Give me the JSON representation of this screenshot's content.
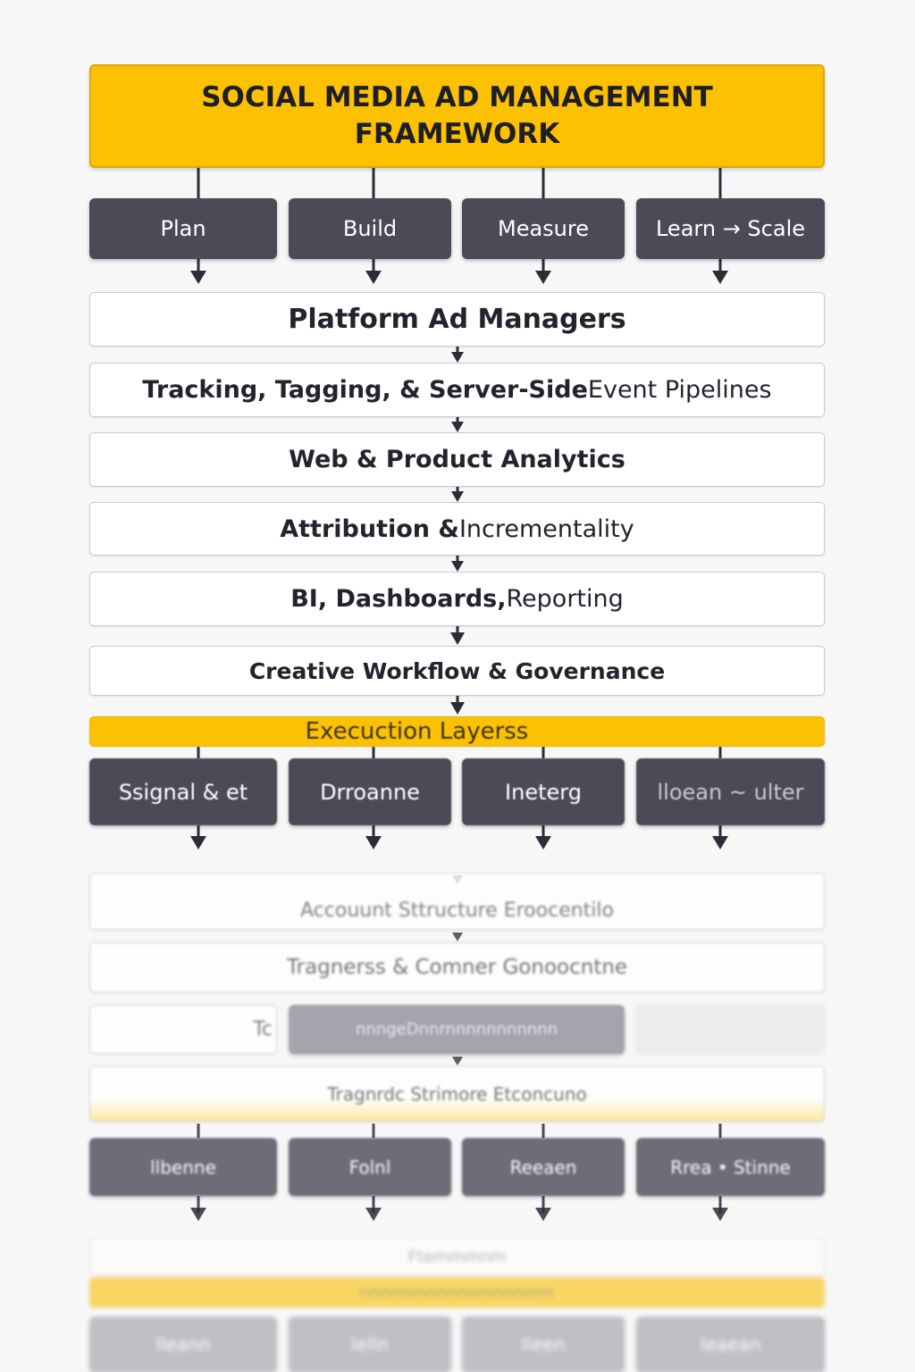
{
  "title": {
    "line1": "SOCIAL MEDIA AD MANAGEMENT",
    "line2": "FRAMEWORK"
  },
  "phases_top": [
    "Plan",
    "Build",
    "Measure",
    "Learn → Scale"
  ],
  "layers": [
    {
      "bold": "Platform Ad Managers",
      "light": ""
    },
    {
      "bold": "Tracking, Tagging, & Server-Side",
      "light": " Event Pipelines"
    },
    {
      "bold": "Web & Product Analytics",
      "light": ""
    },
    {
      "bold": "Attribution &",
      "light": " Incrementality"
    },
    {
      "bold": "BI, Dashboards,",
      "light": " Reporting"
    },
    {
      "bold": "Creative Workflow & Governance",
      "light": ""
    }
  ],
  "execution_bar": "Execuction Layerss",
  "phases_mid": [
    "Ssignal & et",
    "Drroanne",
    "Ineterg",
    "lloean ~ ulter"
  ],
  "faded_layers": [
    "Accouunt Sttructure Eroocentilo",
    "Tragnerss & Comner Gonoocntne",
    "Tragnrdc Strimore Etconcuno"
  ],
  "faded_split": {
    "left": "Tc",
    "center": "nnngeDnnrnnnnnnnnnnn"
  },
  "phases_low": [
    "llbenne",
    "Folnl",
    "Reeaen",
    "Rrea • Stinne"
  ],
  "faded_bottom": {
    "layer": "Ftemmmnm",
    "bar": "nnnnnmnnnnnmnnnnnn"
  },
  "phases_bottom": [
    "Ileann",
    "Ielln",
    "Ileen",
    "Ieaean"
  ]
}
